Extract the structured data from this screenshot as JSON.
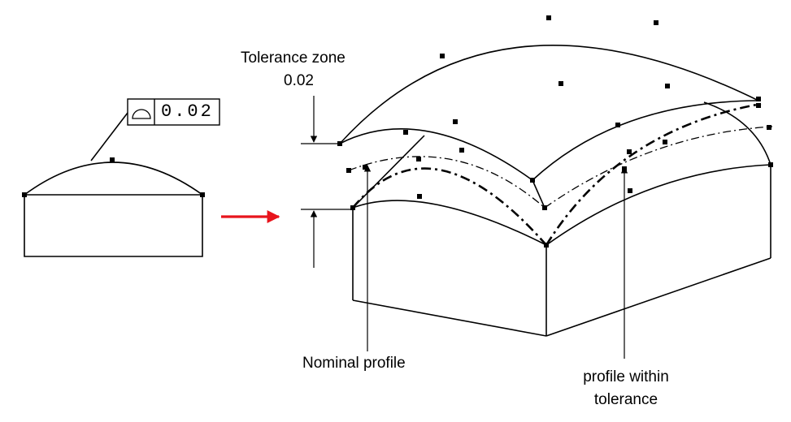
{
  "feature_control_frame": {
    "symbol_icon": "profile-of-surface-icon",
    "tolerance": "0.02"
  },
  "labels": {
    "tolerance_zone_line1": "Tolerance zone",
    "tolerance_zone_line2": "0.02",
    "nominal_profile": "Nominal profile",
    "profile_within_line1": "profile within",
    "profile_within_line2": "tolerance"
  },
  "colors": {
    "arrow": "#e8141c",
    "line": "#000000",
    "background": "#ffffff"
  }
}
